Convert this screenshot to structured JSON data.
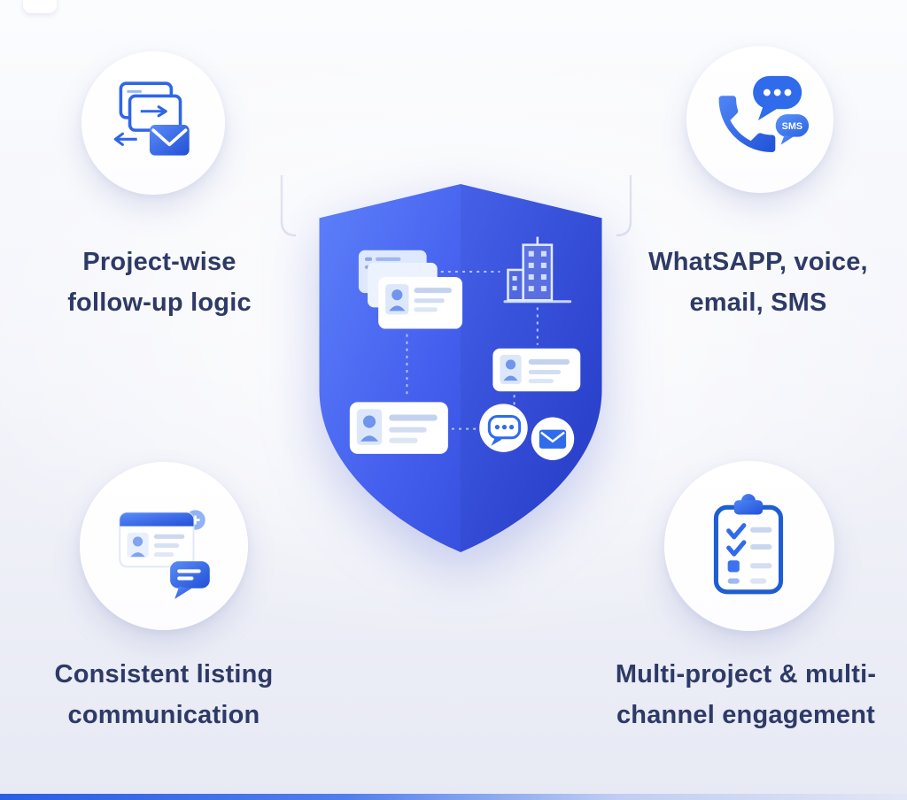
{
  "features": {
    "top_left": {
      "line1": "Project-wise",
      "line2": "follow-up logic",
      "icon": "cards-envelope-icon"
    },
    "top_right": {
      "line1": "WhatSAPP, voice,",
      "line2": "email, SMS",
      "icon": "phone-chat-sms-icon"
    },
    "bottom_left": {
      "line1": "Consistent listing",
      "line2": "communication",
      "icon": "listing-card-chat-icon"
    },
    "bottom_right": {
      "line1": "Multi-project & multi-",
      "line2": "channel engagement",
      "icon": "clipboard-checklist-icon"
    }
  },
  "center": {
    "icon": "shield-graphic"
  },
  "badges": {
    "sms_bubble": "SMS"
  },
  "colors": {
    "text": "#2e3a66",
    "accent": "#2f6bea",
    "shield_gradient_start": "#5d80fa",
    "shield_gradient_end": "#2e46d6",
    "background_top": "#fbfcfe",
    "background_bottom": "#e7e9f4"
  }
}
